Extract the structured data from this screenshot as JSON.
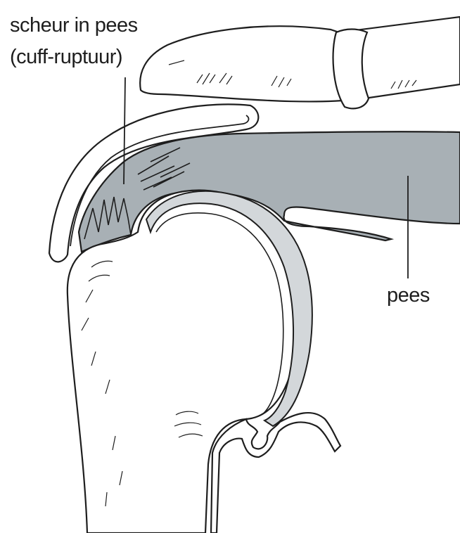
{
  "labels": {
    "tear_line1": "scheur in pees",
    "tear_line2": "(cuff-ruptuur)",
    "tendon": "pees"
  },
  "colors": {
    "ink": "#1e1e1e",
    "tendon_fill": "#a8b0b5",
    "cartilage_fill": "#d3d7da",
    "background": "#ffffff"
  }
}
